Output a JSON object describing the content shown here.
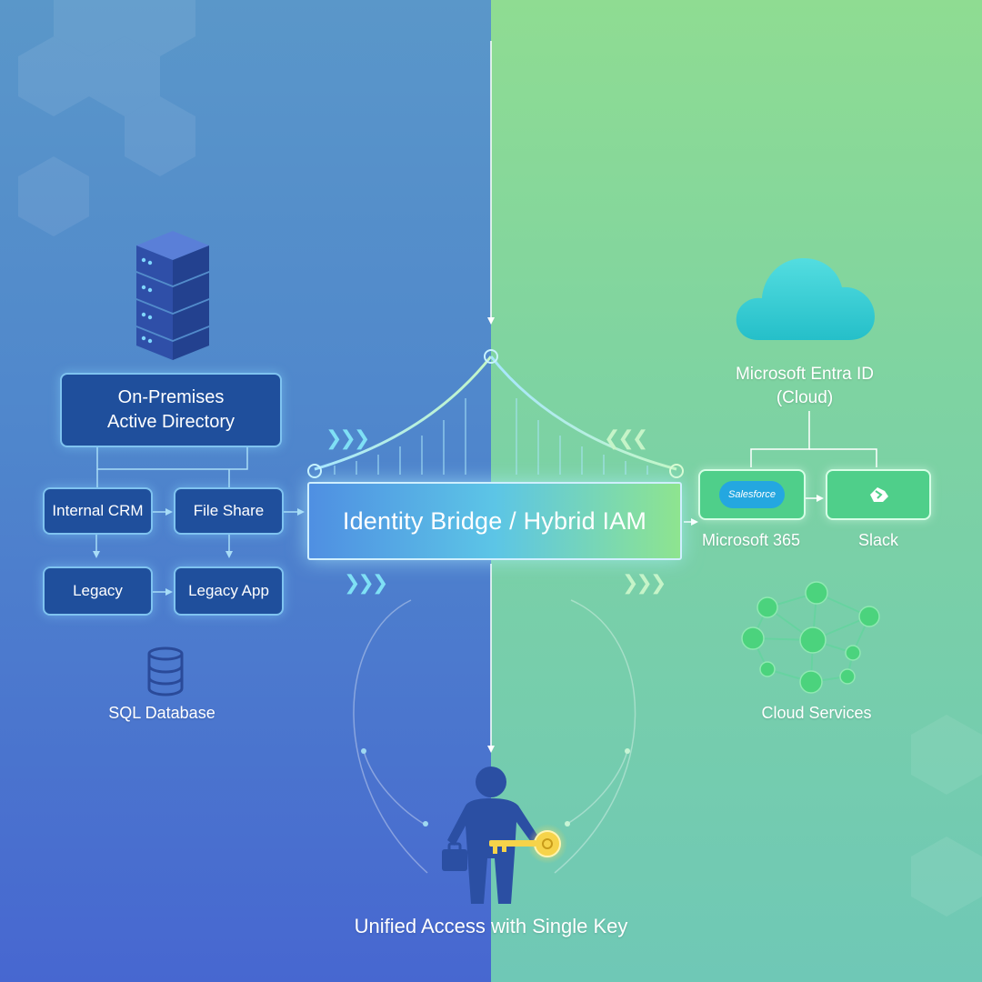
{
  "left": {
    "ad_box": "On-Premises\nActive Directory",
    "crm": "Internal CRM",
    "fileshare": "File Share",
    "legacy": "Legacy",
    "legacy_app": "Legacy App",
    "sql": "SQL Database",
    "icons": [
      "server-rack-icon",
      "database-icon"
    ]
  },
  "bridge": {
    "label": "Identity Bridge / Hybrid IAM"
  },
  "right": {
    "entra": "Microsoft Entra ID\n(Cloud)",
    "salesforce_logo": "Salesforce",
    "m365": "Microsoft 365",
    "slack": "Slack",
    "cloud_services": "Cloud Services",
    "icons": [
      "cloud-icon",
      "slack-icon",
      "network-graph-icon"
    ]
  },
  "footer": {
    "caption": "Unified Access with Single Key",
    "icons": [
      "user-icon",
      "briefcase-icon",
      "key-icon"
    ]
  },
  "colors": {
    "left_bg": "#4f86cc",
    "right_bg": "#7ed3a2",
    "box_left": "#1f4f9c",
    "box_right": "#4fcf8a",
    "glow": "#7fe0f5",
    "key": "#f6d34a"
  }
}
